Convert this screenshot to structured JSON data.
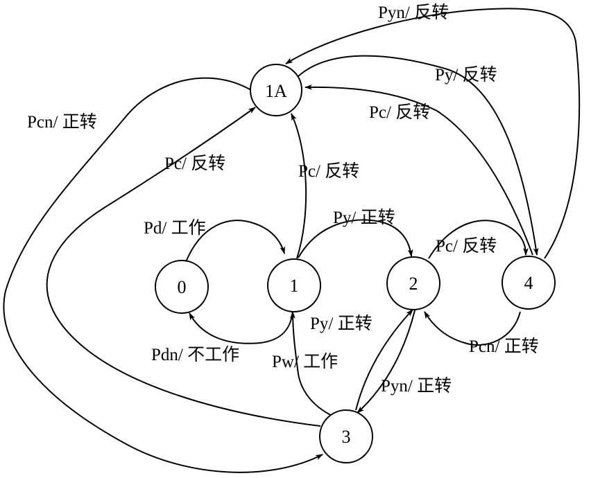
{
  "diagram": {
    "colors": {
      "line": "#000000",
      "background": "#ffffff"
    },
    "nodes": {
      "n0": "0",
      "n1": "1",
      "n1A": "1A",
      "n2": "2",
      "n3": "3",
      "n4": "4"
    },
    "edges": {
      "e_0_1": "Pd/ 工作",
      "e_1_0": "Pdn/ 不工作",
      "e_1_1A": "Pc/ 反转",
      "e_1_2": "Py/ 正转",
      "e_2_4": "Pc/ 反转",
      "e_4_2": "Pcn/ 正转",
      "e_3_1": "Pw/ 工作",
      "e_3_2": "Py/ 正转",
      "e_2_3": "Pyn/ 正转",
      "e_3_1A": "Pc/ 反转",
      "e_1A_3": "Pcn/ 正转",
      "e_4_1A_outer": "Pyn/ 反转",
      "e_1A_4": "Py/ 反转",
      "e_4_1A_inner": "Pc/ 反转"
    }
  }
}
